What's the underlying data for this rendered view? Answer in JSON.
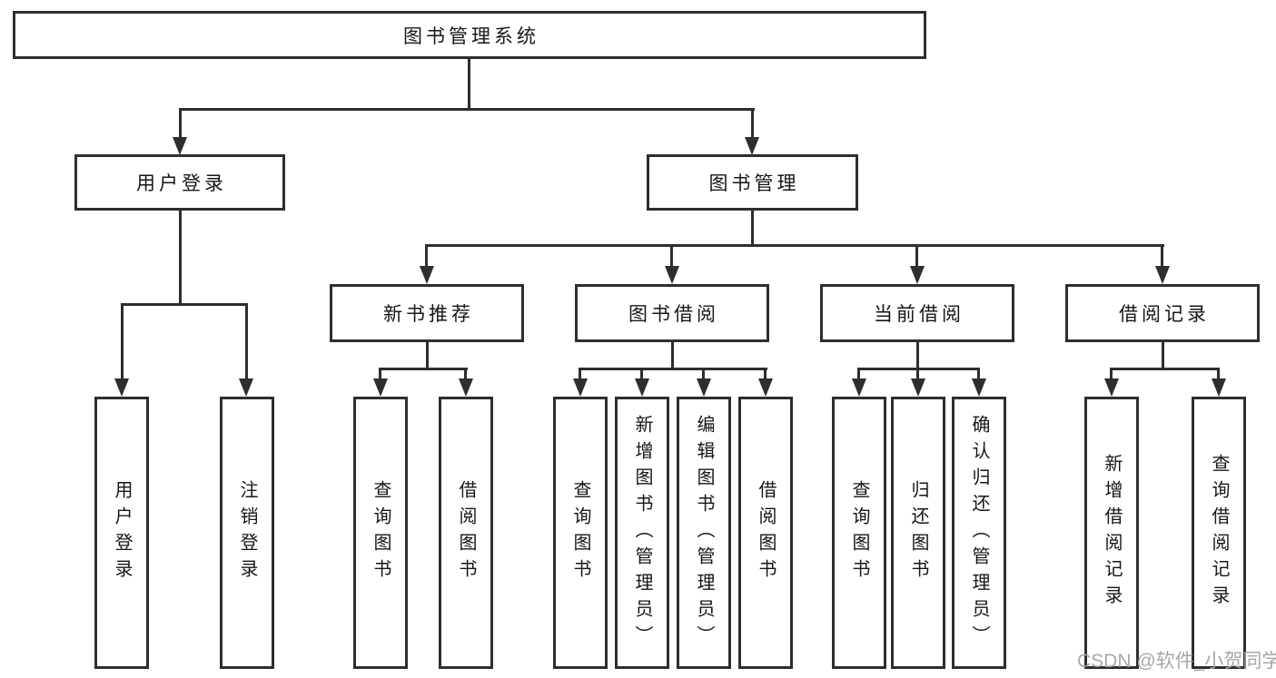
{
  "root": {
    "label": "图书管理系统"
  },
  "branches": [
    {
      "label": "用户登录",
      "leaves": [
        "用户登录",
        "注销登录"
      ]
    },
    {
      "label": "图书管理",
      "groups": [
        {
          "label": "新书推荐",
          "leaves": [
            "查询图书",
            "借阅图书"
          ]
        },
        {
          "label": "图书借阅",
          "leaves": [
            "查询图书",
            "新增图书（管理员）",
            "编辑图书（管理员）",
            "借阅图书"
          ]
        },
        {
          "label": "当前借阅",
          "leaves": [
            "查询图书",
            "归还图书",
            "确认归还（管理员）"
          ]
        },
        {
          "label": "借阅记录",
          "leaves": [
            "新增借阅记录",
            "查询借阅记录"
          ]
        }
      ]
    }
  ],
  "watermark": "CSDN @软件_小贺同学",
  "colors": {
    "line": "#2e2e2e",
    "box_border": "#2e2e2e",
    "box_fill": "#ffffff",
    "text": "#161616",
    "watermark": "#a3a3a3"
  }
}
